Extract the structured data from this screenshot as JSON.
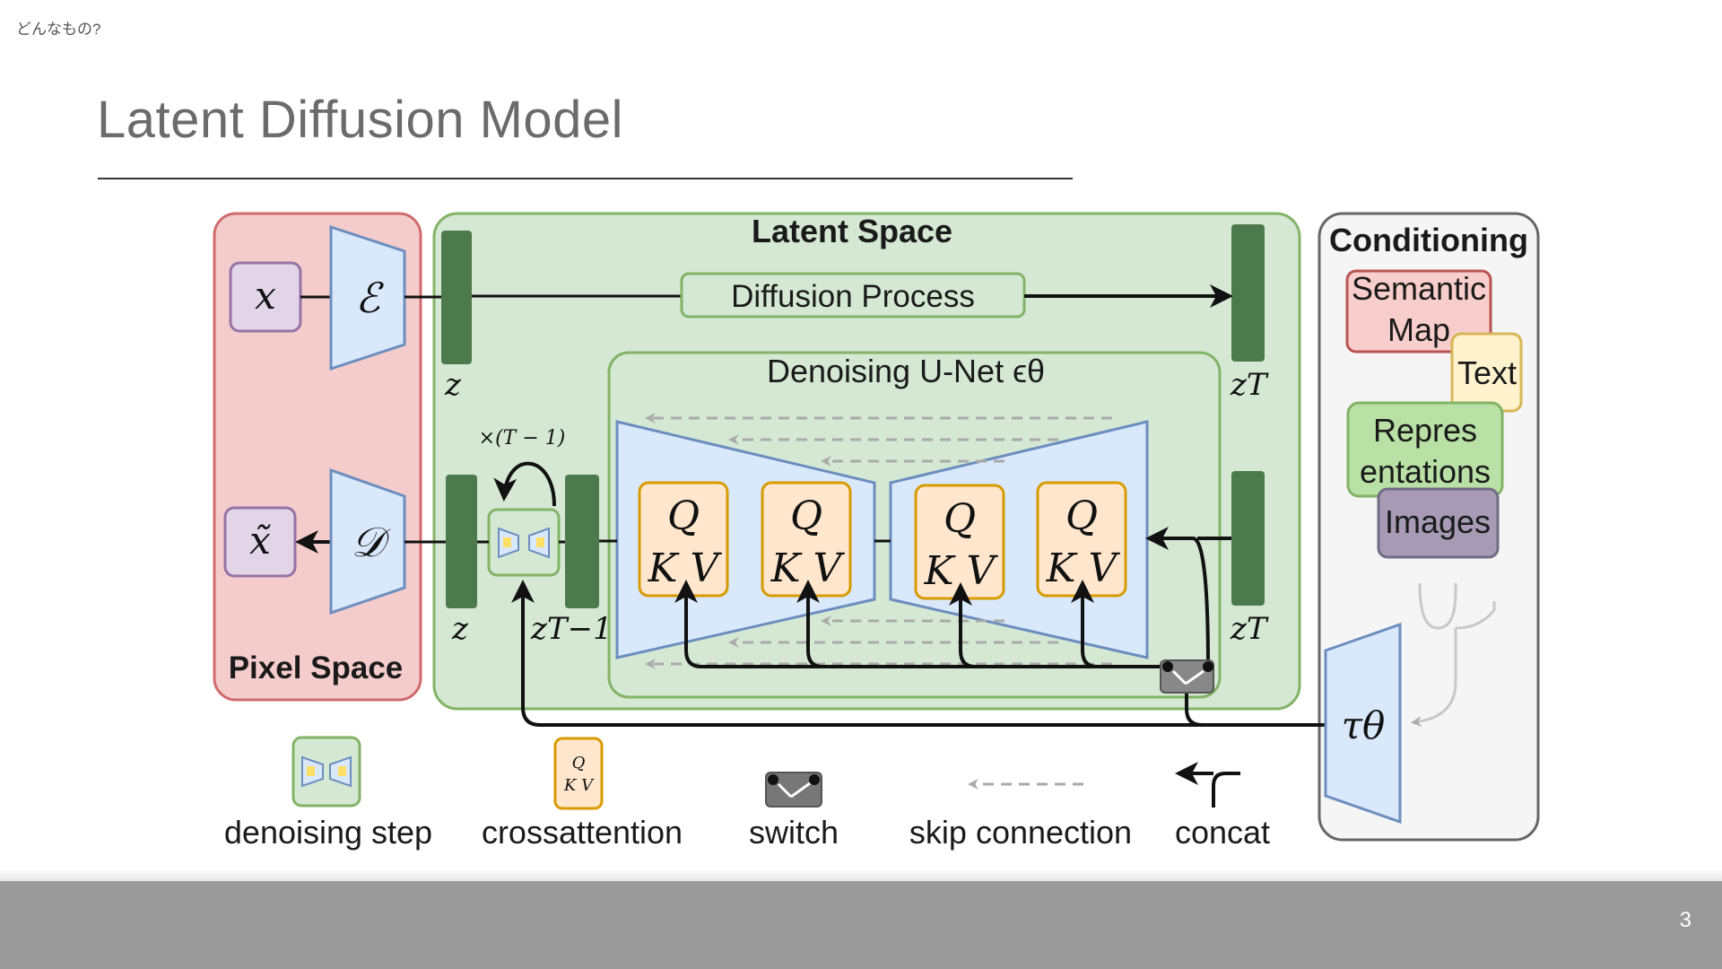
{
  "header": {
    "section": "どんなもの?",
    "title": "Latent Diffusion Model"
  },
  "footer": {
    "page_number": "3"
  },
  "diagram": {
    "pixel_space": "Pixel Space",
    "latent_space": "Latent Space",
    "conditioning": "Conditioning",
    "diffusion_process": "Diffusion Process",
    "unet": "Denoising U-Net ϵθ",
    "symbols": {
      "x": "x",
      "x_tilde": "x̃",
      "encoder": "ℰ",
      "decoder": "𝒟",
      "z_top": "z",
      "z_bottom": "z",
      "zT_top": "zT",
      "zT_bottom": "zT",
      "z_t_minus_1": "zT−1",
      "repeat": "×(T − 1)",
      "tau": "τθ",
      "q": "Q",
      "kv": "K V"
    },
    "conditioning_items": {
      "semantic_map": "Semantic Map",
      "text": "Text",
      "representations": "Repres entations",
      "images": "Images"
    },
    "legend": {
      "denoising_step": "denoising step",
      "crossattention": "crossattention",
      "switch": "switch",
      "skip_connection": "skip connection",
      "concat": "concat"
    },
    "colors": {
      "pixel_space": "#f5cccc",
      "latent_space": "#d5e8d4",
      "conditioning": "#f5f5f5",
      "trapezoid": "#dae8fc",
      "latent_bar": "#4d7a4d",
      "attention": "#ffe6cc",
      "input_box": "#e1d5e7",
      "representations": "#b9e0a5",
      "images": "#a69ab5",
      "semantic_map": "#f8cecc",
      "text_box": "#fff2cc"
    }
  }
}
